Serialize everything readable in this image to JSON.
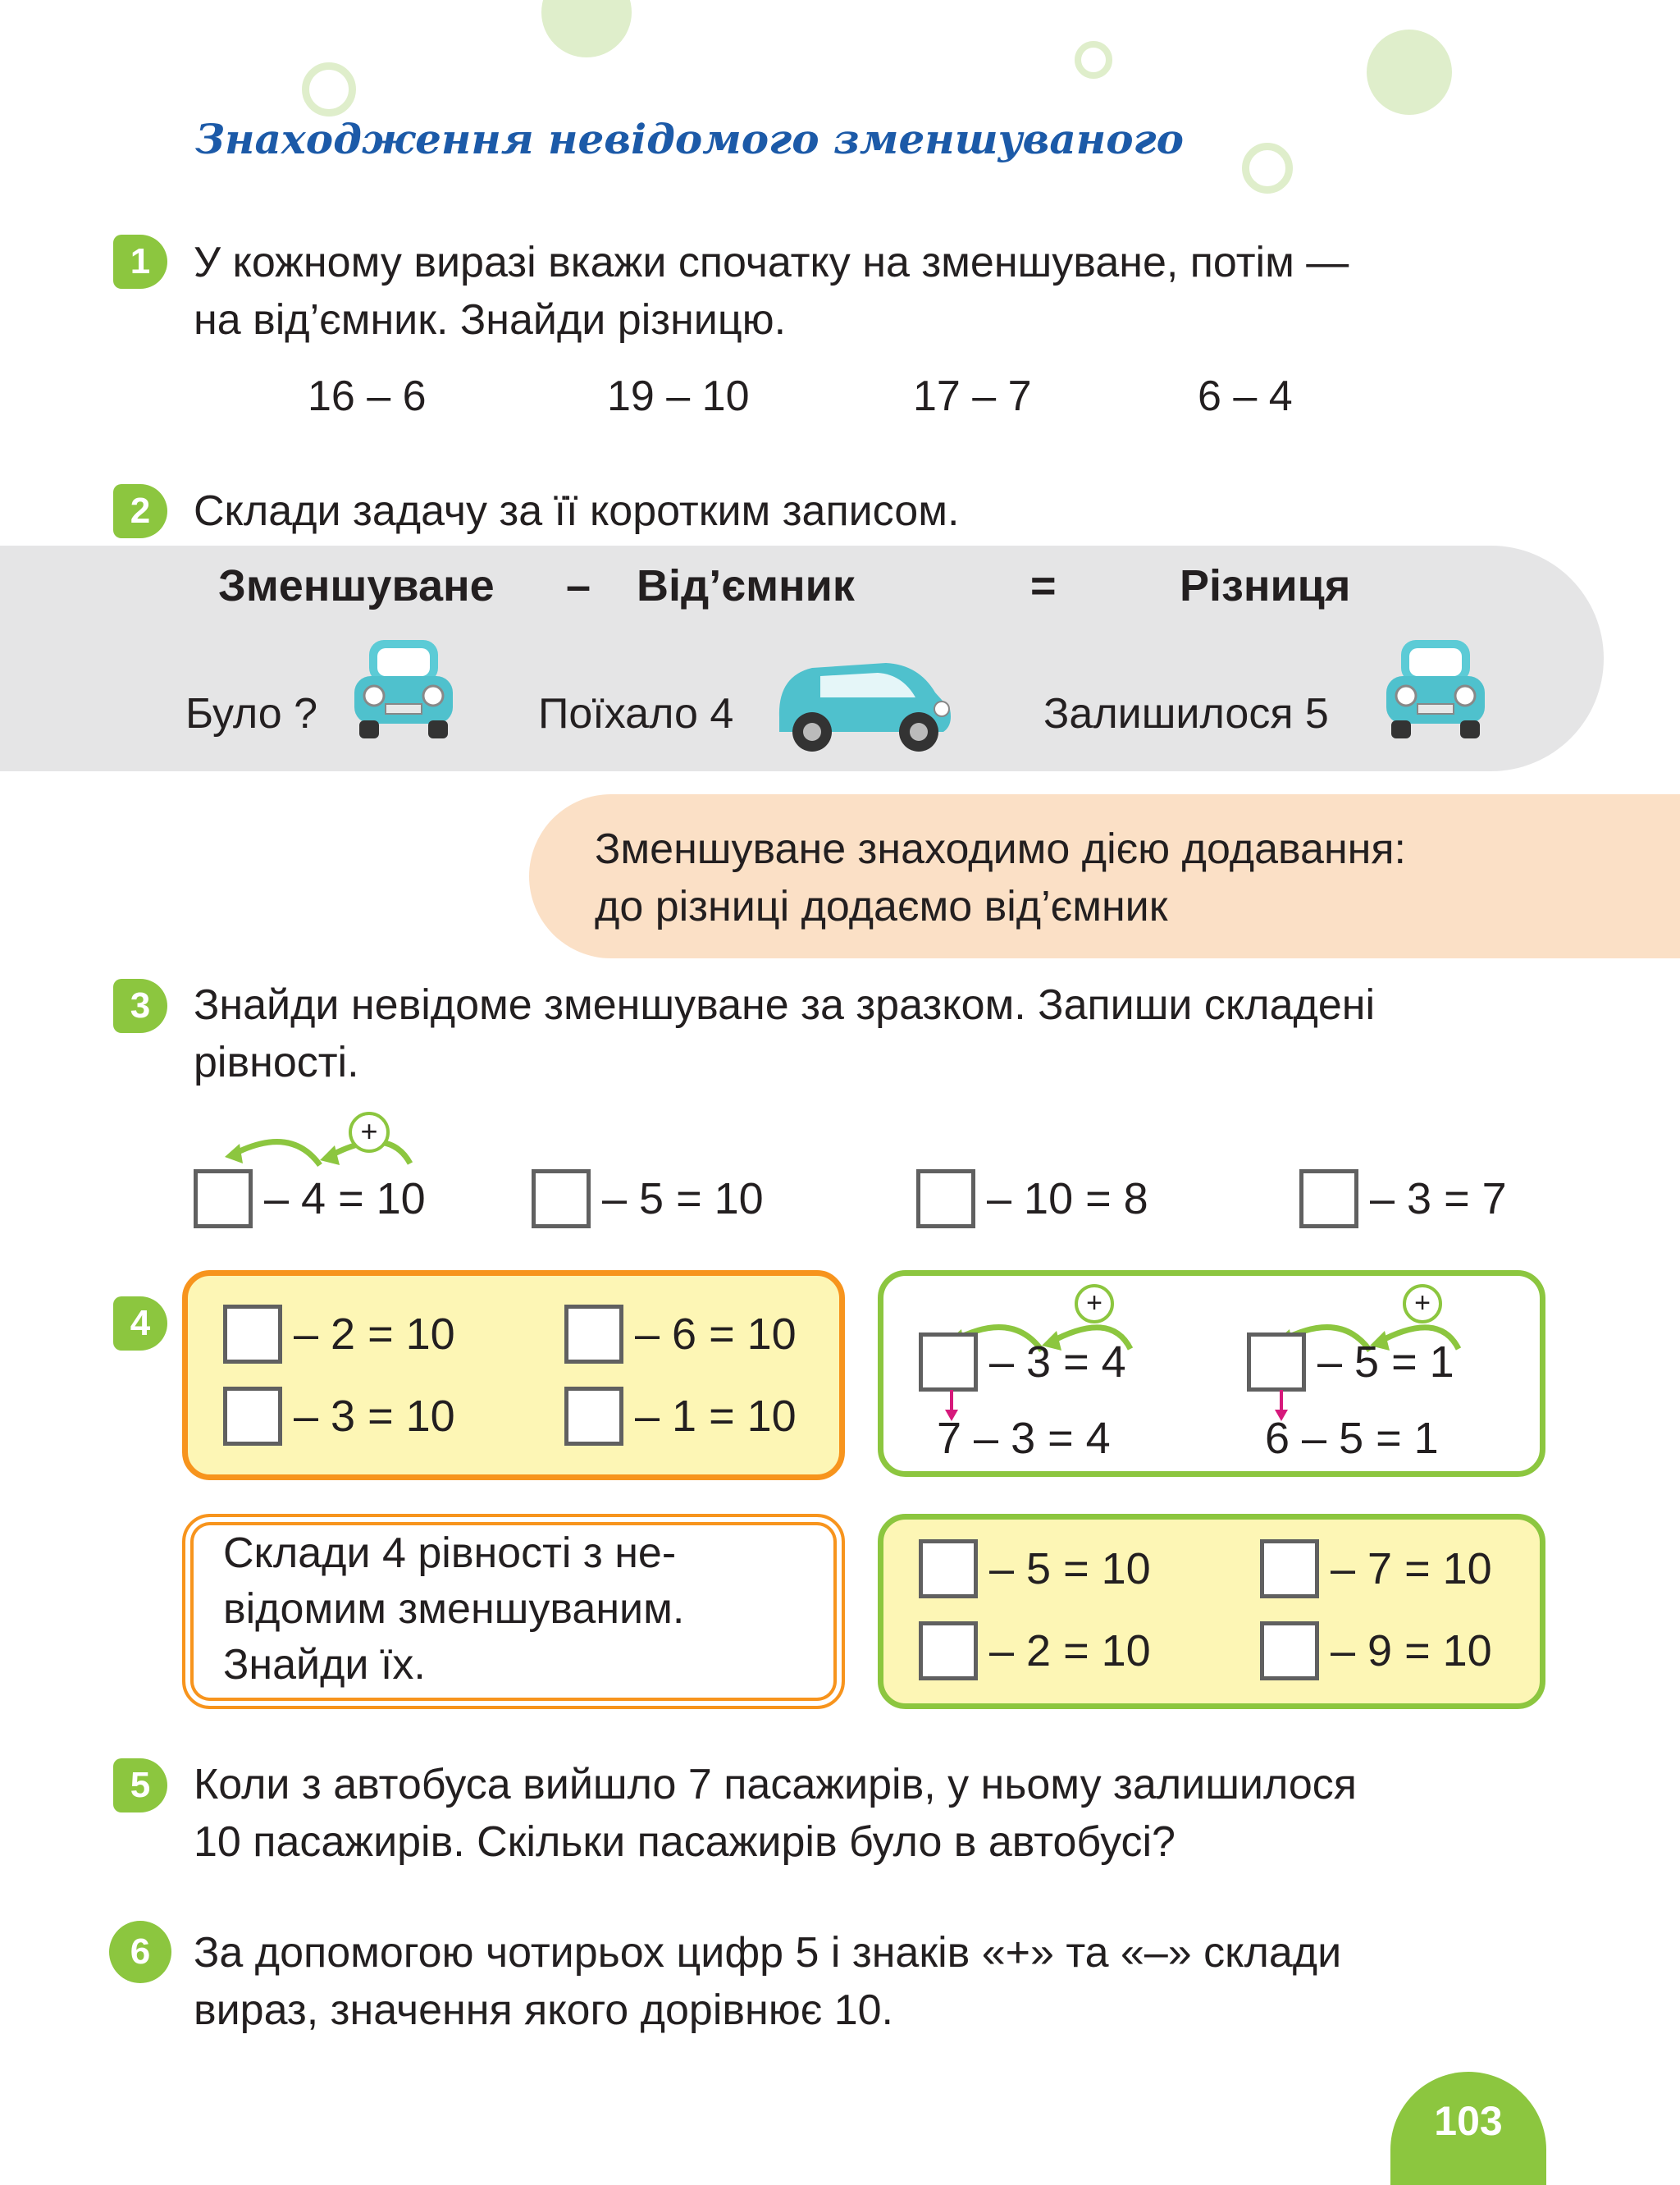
{
  "title": "Знаходження невідомого зменшуваного",
  "colors": {
    "green": "#8cc63f",
    "blue_title": "#1c5aa8",
    "orange": "#f7941d",
    "pink": "#d6197b",
    "gray_band": "#e5e5e6",
    "peach": "#fbe0c6",
    "yellow": "#fdf6b5"
  },
  "task1": {
    "num": "1",
    "line1": "У кожному виразі вкажи спочатку на зменшуване, потім —",
    "line2": "на від’ємник. Знайди різницю.",
    "expressions": [
      "16 – 6",
      "19 – 10",
      "17 – 7",
      "6 – 4"
    ]
  },
  "task2": {
    "num": "2",
    "text": "Склади задачу за її коротким записом.",
    "header": {
      "minuend": "Зменшуване",
      "minus": "–",
      "subtrahend": "Від’ємник",
      "equals": "=",
      "difference": "Різниця"
    },
    "was": "Було ?",
    "left": "Поїхало 4",
    "remained": "Залишилося 5"
  },
  "rule": {
    "line1": "Зменшуване знаходимо дією додавання:",
    "line2": "до різниці додаємо від’ємник"
  },
  "task3": {
    "num": "3",
    "line1": "Знайди невідоме зменшуване за зразком. Запиши складені",
    "line2": "рівності.",
    "plus": "+",
    "equations": [
      "– 4 = 10",
      "– 5 = 10",
      "– 10 = 8",
      "– 3 = 7"
    ]
  },
  "task4": {
    "num": "4",
    "orange_box": [
      "– 2 = 10",
      "– 6 = 10",
      "– 3 = 10",
      "– 1 = 10"
    ],
    "examples": [
      {
        "eq": "– 3 = 4",
        "answer": "7 – 3 = 4",
        "plus": "+"
      },
      {
        "eq": "– 5 = 1",
        "answer": "6 – 5 = 1",
        "plus": "+"
      }
    ],
    "compose": {
      "line1": "Склади 4 рівності з не-",
      "line2": "відомим зменшуваним.",
      "line3": "Знайди їх."
    },
    "green_box": [
      "– 5 = 10",
      "– 7 = 10",
      "– 2 = 10",
      "– 9 = 10"
    ]
  },
  "task5": {
    "num": "5",
    "line1": "Коли з автобуса вийшло 7 пасажирів, у ньому залишилося",
    "line2": "10 пасажирів. Скільки пасажирів було в автобусі?"
  },
  "task6": {
    "num": "6",
    "line1": "За допомогою чотирьох цифр 5 і знаків «+» та «–» склади",
    "line2": "вираз, значення якого дорівнює 10."
  },
  "page_number": "103"
}
